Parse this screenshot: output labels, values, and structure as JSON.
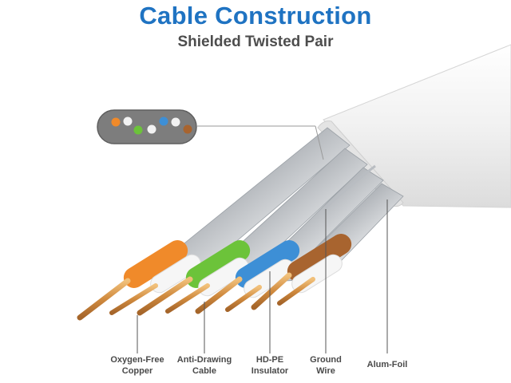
{
  "header": {
    "title": "Cable Construction",
    "subtitle": "Shielded Twisted Pair"
  },
  "colors": {
    "title": "#1f73c2",
    "subtitle": "#4d4d4d",
    "label": "#4a4a4a",
    "orange": "#f08a2a",
    "green": "#6cc33a",
    "blue": "#3d8fd6",
    "brown": "#a8642f",
    "copper": "#d9964e",
    "jacket": "#f4f4f4",
    "foil": "#c9ccd0"
  },
  "labels": [
    {
      "line1": "Oxygen-Free",
      "line2": "Copper"
    },
    {
      "line1": "Anti-Drawing",
      "line2": "Cable"
    },
    {
      "line1": "HD-PE",
      "line2": "Insulator"
    },
    {
      "line1": "Ground",
      "line2": "Wire"
    },
    {
      "line1": "Alum-Foil",
      "line2": ""
    }
  ],
  "pairs": [
    {
      "name": "orange-pair",
      "color": "orange"
    },
    {
      "name": "green-pair",
      "color": "green"
    },
    {
      "name": "blue-pair",
      "color": "blue"
    },
    {
      "name": "brown-pair",
      "color": "brown"
    }
  ]
}
